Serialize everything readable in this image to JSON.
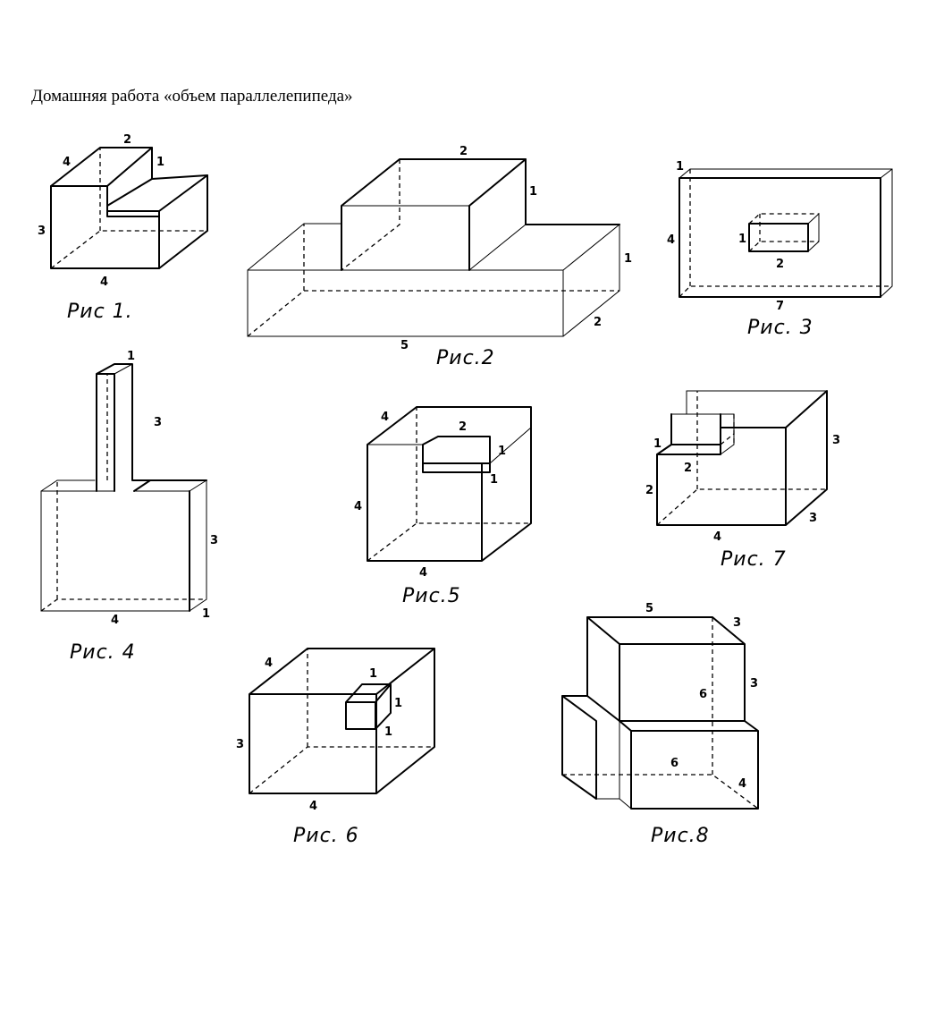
{
  "document": {
    "title": "Домашняя работа «объем параллелепипеда»"
  },
  "figures": [
    {
      "caption": "Рис 1.",
      "dims": [
        "2",
        "4",
        "1",
        "3",
        "4"
      ]
    },
    {
      "caption": "Рис.2",
      "dims": [
        "2",
        "1",
        "1",
        "2",
        "5"
      ]
    },
    {
      "caption": "Рис. 3",
      "dims": [
        "1",
        "4",
        "1",
        "2",
        "7"
      ]
    },
    {
      "caption": "Рис. 4",
      "dims": [
        "1",
        "3",
        "3",
        "4",
        "1"
      ]
    },
    {
      "caption": "Рис.5",
      "dims": [
        "4",
        "2",
        "1",
        "1",
        "4",
        "4"
      ]
    },
    {
      "caption": "Рис. 6",
      "dims": [
        "4",
        "1",
        "1",
        "1",
        "3",
        "4"
      ]
    },
    {
      "caption": "Рис. 7",
      "dims": [
        "3",
        "1",
        "2",
        "2",
        "3",
        "4"
      ]
    },
    {
      "caption": "Рис.8",
      "dims": [
        "5",
        "3",
        "3",
        "6",
        "6",
        "4"
      ]
    }
  ]
}
